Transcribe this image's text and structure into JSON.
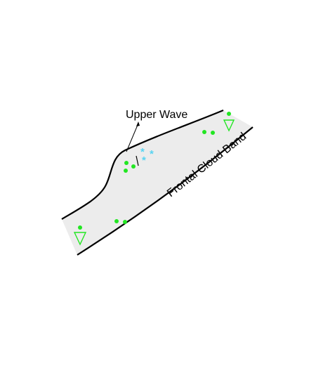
{
  "labels": {
    "upper_wave": "Upper Wave",
    "frontal_cloud_band": "Frontal Cloud Band"
  },
  "symbols": {
    "rain_dot": "green-rain-dot",
    "shower": "green-shower-triangle",
    "snow": "cyan-snow-asterisk",
    "snow_glyph": "*"
  },
  "colors": {
    "cloud_band_fill": "#ececec",
    "boundary": "#000000",
    "rain": "#22e622",
    "snow": "#59d4f2"
  }
}
